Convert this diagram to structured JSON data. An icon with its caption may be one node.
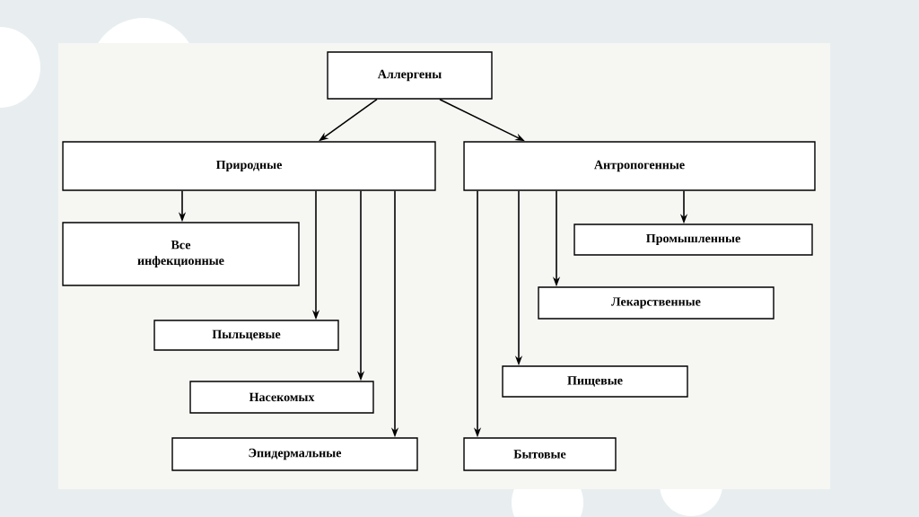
{
  "diagram": {
    "nodes": [
      {
        "text": [
          "Аллергены"
        ]
      },
      {
        "text": [
          "Природные"
        ]
      },
      {
        "text": [
          "Антропогенные"
        ]
      },
      {
        "text": [
          "Все инфекционные"
        ]
      },
      {
        "text": [
          "Промышленные"
        ]
      },
      {
        "text": [
          "Лекарственные"
        ]
      },
      {
        "text": [
          "Пыльцевые"
        ]
      },
      {
        "text": [
          "Пищевые"
        ]
      },
      {
        "text": [
          "Насекомых"
        ]
      },
      {
        "text": [
          "Эпидермальные"
        ]
      },
      {
        "text": [
          "Бытовые"
        ]
      }
    ],
    "edges": [
      {
        "from": 0,
        "to": 1,
        "arrow": "to"
      },
      {
        "from": 0,
        "to": 2,
        "arrow": "to"
      },
      {
        "from": 1,
        "to": 3,
        "arrow": "to"
      },
      {
        "from": 1,
        "to": 6,
        "arrow": "to"
      },
      {
        "from": 1,
        "to": 8,
        "arrow": "to"
      },
      {
        "from": 1,
        "to": 9,
        "arrow": "to"
      },
      {
        "from": 2,
        "to": 4,
        "arrow": "to"
      },
      {
        "from": 2,
        "to": 5,
        "arrow": "to"
      },
      {
        "from": 2,
        "to": 7,
        "arrow": "to"
      },
      {
        "from": 2,
        "to": 10,
        "arrow": "to"
      }
    ]
  }
}
